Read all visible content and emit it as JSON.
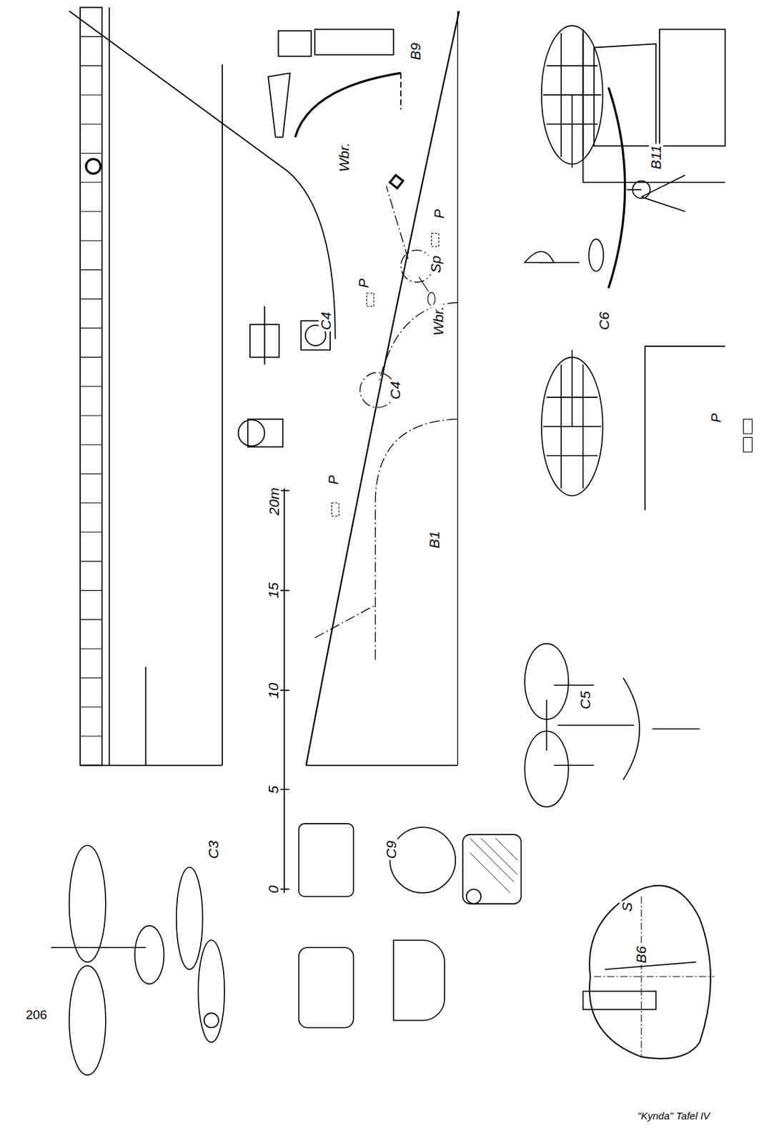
{
  "diagram": {
    "caption": "\"Kynda\" Tafel IV",
    "labels": [
      "206",
      "C3",
      "C9",
      "B6",
      "S",
      "0",
      "5",
      "10",
      "15",
      "20m",
      "C4",
      "C4",
      "P",
      "P",
      "P",
      "P",
      "Sp",
      "Wbr.",
      "Wbr.",
      "B9",
      "B11",
      "C6",
      "C5",
      "B1"
    ]
  }
}
